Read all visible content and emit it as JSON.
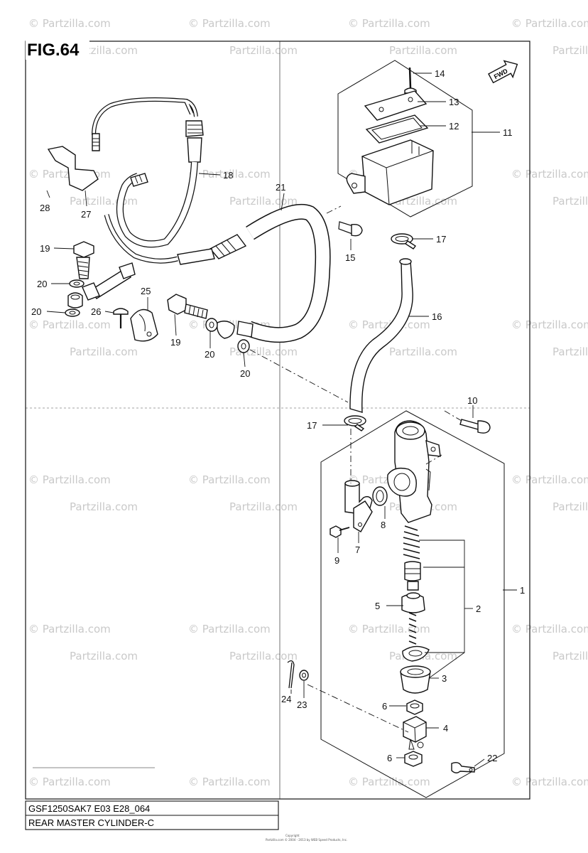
{
  "figure": {
    "label": "FIG.64",
    "direction_label": "FWD"
  },
  "callouts": [
    {
      "id": "c14",
      "text": "14"
    },
    {
      "id": "c13",
      "text": "13"
    },
    {
      "id": "c12",
      "text": "12"
    },
    {
      "id": "c11",
      "text": "11"
    },
    {
      "id": "c18",
      "text": "18"
    },
    {
      "id": "c21",
      "text": "21"
    },
    {
      "id": "c28",
      "text": "28"
    },
    {
      "id": "c27",
      "text": "27"
    },
    {
      "id": "c19a",
      "text": "19"
    },
    {
      "id": "c20a",
      "text": "20"
    },
    {
      "id": "c20b",
      "text": "20"
    },
    {
      "id": "c26",
      "text": "26"
    },
    {
      "id": "c25",
      "text": "25"
    },
    {
      "id": "c19b",
      "text": "19"
    },
    {
      "id": "c20c",
      "text": "20"
    },
    {
      "id": "c20d",
      "text": "20"
    },
    {
      "id": "c15",
      "text": "15"
    },
    {
      "id": "c17a",
      "text": "17"
    },
    {
      "id": "c16",
      "text": "16"
    },
    {
      "id": "c10",
      "text": "10"
    },
    {
      "id": "c17b",
      "text": "17"
    },
    {
      "id": "c8",
      "text": "8"
    },
    {
      "id": "c7",
      "text": "7"
    },
    {
      "id": "c9",
      "text": "9"
    },
    {
      "id": "c2",
      "text": "2"
    },
    {
      "id": "c1",
      "text": "1"
    },
    {
      "id": "c5",
      "text": "5"
    },
    {
      "id": "c3",
      "text": "3"
    },
    {
      "id": "c24",
      "text": "24"
    },
    {
      "id": "c23",
      "text": "23"
    },
    {
      "id": "c6a",
      "text": "6"
    },
    {
      "id": "c4",
      "text": "4"
    },
    {
      "id": "c6b",
      "text": "6"
    },
    {
      "id": "c22",
      "text": "22"
    }
  ],
  "watermark": {
    "symbol": "©",
    "text": "Partzilla.com"
  },
  "footer": {
    "model_code": "GSF1250SAK7 E03 E28_064",
    "section_title": "REAR MASTER CYLINDER-C",
    "copyright_line1": "Copyright",
    "copyright_line2": "Partzilla.com © 2004 - 2013 by WEB Speed Products, Inc."
  }
}
